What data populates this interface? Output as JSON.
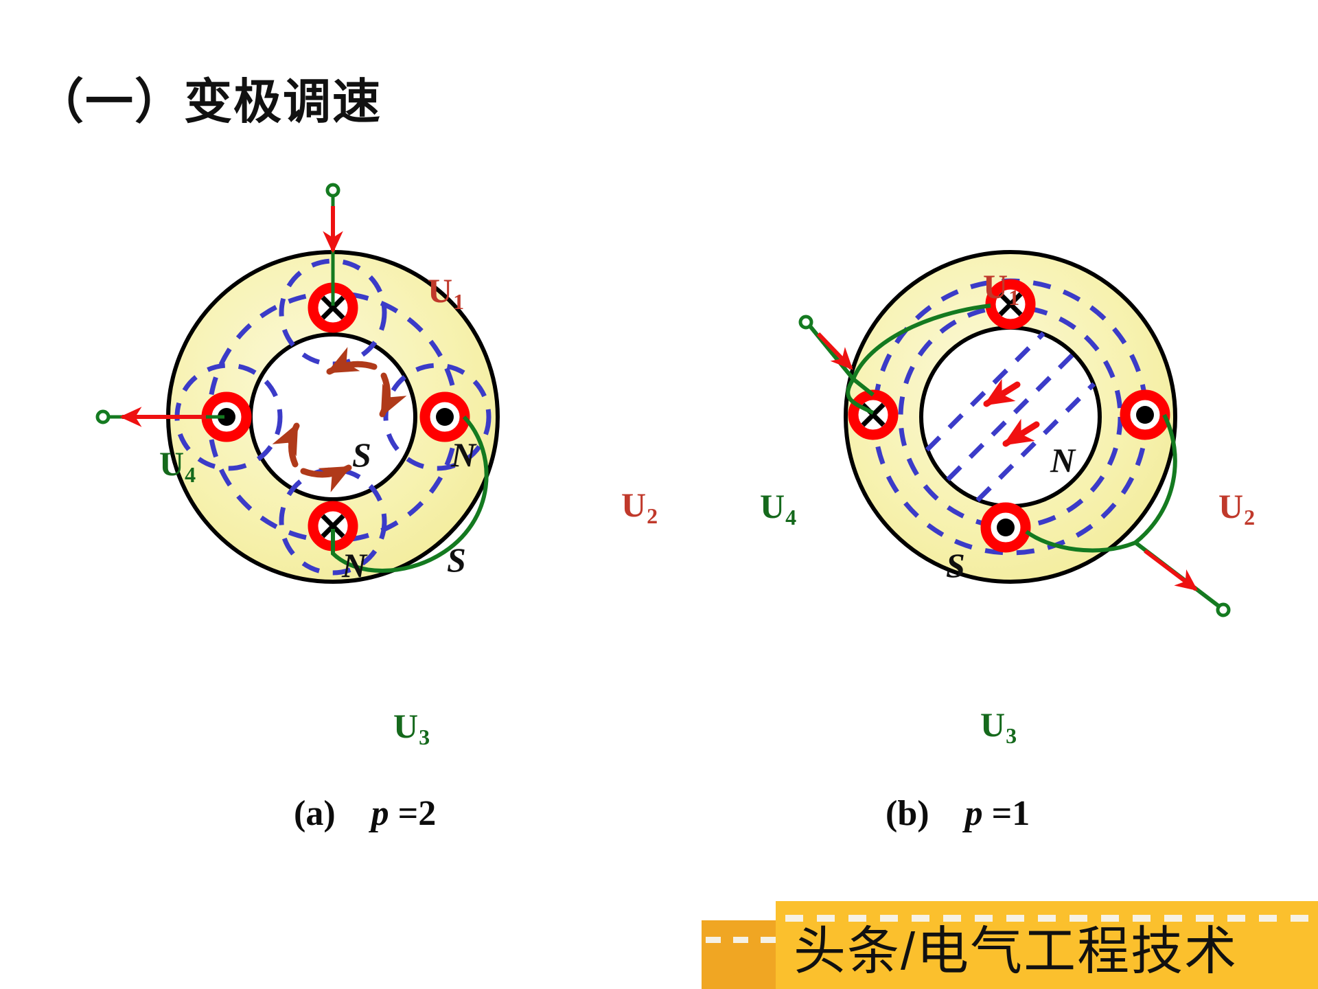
{
  "page": {
    "title": "（一）变极调速",
    "background_color": "#ffffff"
  },
  "colors": {
    "stator_fill": "#f7f2b0",
    "core_outline": "#000000",
    "coil_ring": "#ff0000",
    "flux_dash": "#3b3bc8",
    "arrow_red": "#b03a1a",
    "arrow_red_b": "#f01010",
    "wire_green": "#147a20",
    "lead_arrow": "#ee1111",
    "label_red": "#c0392b",
    "label_green": "#15691c",
    "banner_main": "#fbc02d",
    "banner_tail": "#f0a623"
  },
  "diagrams": [
    {
      "id": "diagram-a",
      "caption_prefix": "(a)",
      "caption_var": "p",
      "caption_eq": "=2",
      "pole_pairs": 2,
      "terminals": [
        {
          "name": "U1",
          "label": "U",
          "sub": "1",
          "color": "red",
          "position": "top",
          "conductor": "cross"
        },
        {
          "name": "U2",
          "label": "U",
          "sub": "2",
          "color": "red",
          "position": "right",
          "conductor": "dot"
        },
        {
          "name": "U3",
          "label": "U",
          "sub": "3",
          "color": "green",
          "position": "bottom",
          "conductor": "cross"
        },
        {
          "name": "U4",
          "label": "U",
          "sub": "4",
          "color": "green",
          "position": "left",
          "conductor": "dot"
        }
      ],
      "pole_marks": [
        {
          "text": "S",
          "quadrant": "upper-left"
        },
        {
          "text": "N",
          "quadrant": "upper-right"
        },
        {
          "text": "N",
          "quadrant": "lower-left"
        },
        {
          "text": "S",
          "quadrant": "lower-right"
        }
      ],
      "flux_pattern": "four-circular-loops",
      "lead_wires": [
        {
          "from": "external-terminal-top",
          "to": "U1",
          "arrow": "into-machine"
        },
        {
          "from": "U4",
          "to": "external-terminal-left",
          "arrow": "out-of-machine"
        },
        {
          "from": "U2",
          "to": "U3",
          "arrow": "none",
          "style": "curved-green-link"
        }
      ]
    },
    {
      "id": "diagram-b",
      "caption_prefix": "(b)",
      "caption_var": "p",
      "caption_eq": "=1",
      "pole_pairs": 1,
      "terminals": [
        {
          "name": "U1",
          "label": "U",
          "sub": "1",
          "color": "red",
          "position": "top",
          "conductor": "cross"
        },
        {
          "name": "U2",
          "label": "U",
          "sub": "2",
          "color": "red",
          "position": "right",
          "conductor": "dot"
        },
        {
          "name": "U3",
          "label": "U",
          "sub": "3",
          "color": "green",
          "position": "bottom",
          "conductor": "dot"
        },
        {
          "name": "U4",
          "label": "U",
          "sub": "4",
          "color": "green",
          "position": "left",
          "conductor": "cross"
        }
      ],
      "pole_marks": [
        {
          "text": "N",
          "quadrant": "upper-right"
        },
        {
          "text": "S",
          "quadrant": "lower-left"
        }
      ],
      "flux_pattern": "two-pole-diagonal-lines",
      "lead_wires": [
        {
          "from": "external-terminal-upper-left",
          "to": "U4",
          "arrow": "into-machine",
          "style": "curved-green-link-through-U1"
        },
        {
          "from": "U2",
          "to": "external-terminal-lower-right",
          "arrow": "out-of-machine",
          "style": "curved-green-link-through-U3"
        }
      ]
    }
  ],
  "watermark": {
    "text": "头条/电气工程技术"
  }
}
